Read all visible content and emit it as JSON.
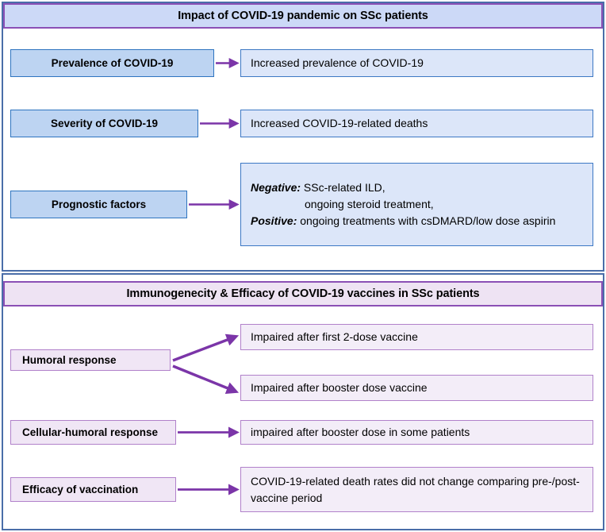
{
  "figure": {
    "title_impact": "Impact of COVID-19 pandemic on SSc patients",
    "title_vaccine": "Immunogenecity & Efficacy of COVID-19 vaccines in SSc patients"
  },
  "colors": {
    "header_impact_fill": "#ccd9f7",
    "header_vaccine_fill": "#eee3f3",
    "header_border": "#8b50b5",
    "blue_left_fill": "#bdd4f2",
    "blue_left_border": "#2e74c0",
    "blue_right_fill": "#dce6f9",
    "blue_right_border": "#3d78c4",
    "purple_left_fill": "#f0e6f5",
    "purple_right_fill": "#f3edf8",
    "purple_border": "#b181ca",
    "arrow": "#7b35a8",
    "frame_border": "#4a6ea9"
  },
  "impact_section": {
    "rows": [
      {
        "factor": "Prevalence of COVID-19",
        "outcome": "Increased prevalence of COVID-19"
      },
      {
        "factor": "Severity of COVID-19",
        "outcome": "Increased COVID-19-related deaths"
      },
      {
        "factor": "Prognostic factors",
        "outcome_parts": {
          "negative_label": "Negative:",
          "negative_text_1": " SSc-related ILD,",
          "negative_text_2": "ongoing steroid treatment,",
          "positive_label": "Positive:",
          "positive_text": " ongoing treatments with csDMARD/low dose aspirin"
        }
      }
    ]
  },
  "vaccine_section": {
    "rows": [
      {
        "factor": "Humoral response",
        "outcomes": [
          "Impaired after first 2-dose vaccine",
          "Impaired after booster dose vaccine"
        ]
      },
      {
        "factor": "Cellular-humoral response",
        "outcomes": [
          "impaired after booster dose in some patients"
        ]
      },
      {
        "factor": "Efficacy of vaccination",
        "outcomes": [
          "COVID-19-related death rates did not change comparing pre-/post-vaccine period"
        ]
      }
    ]
  }
}
